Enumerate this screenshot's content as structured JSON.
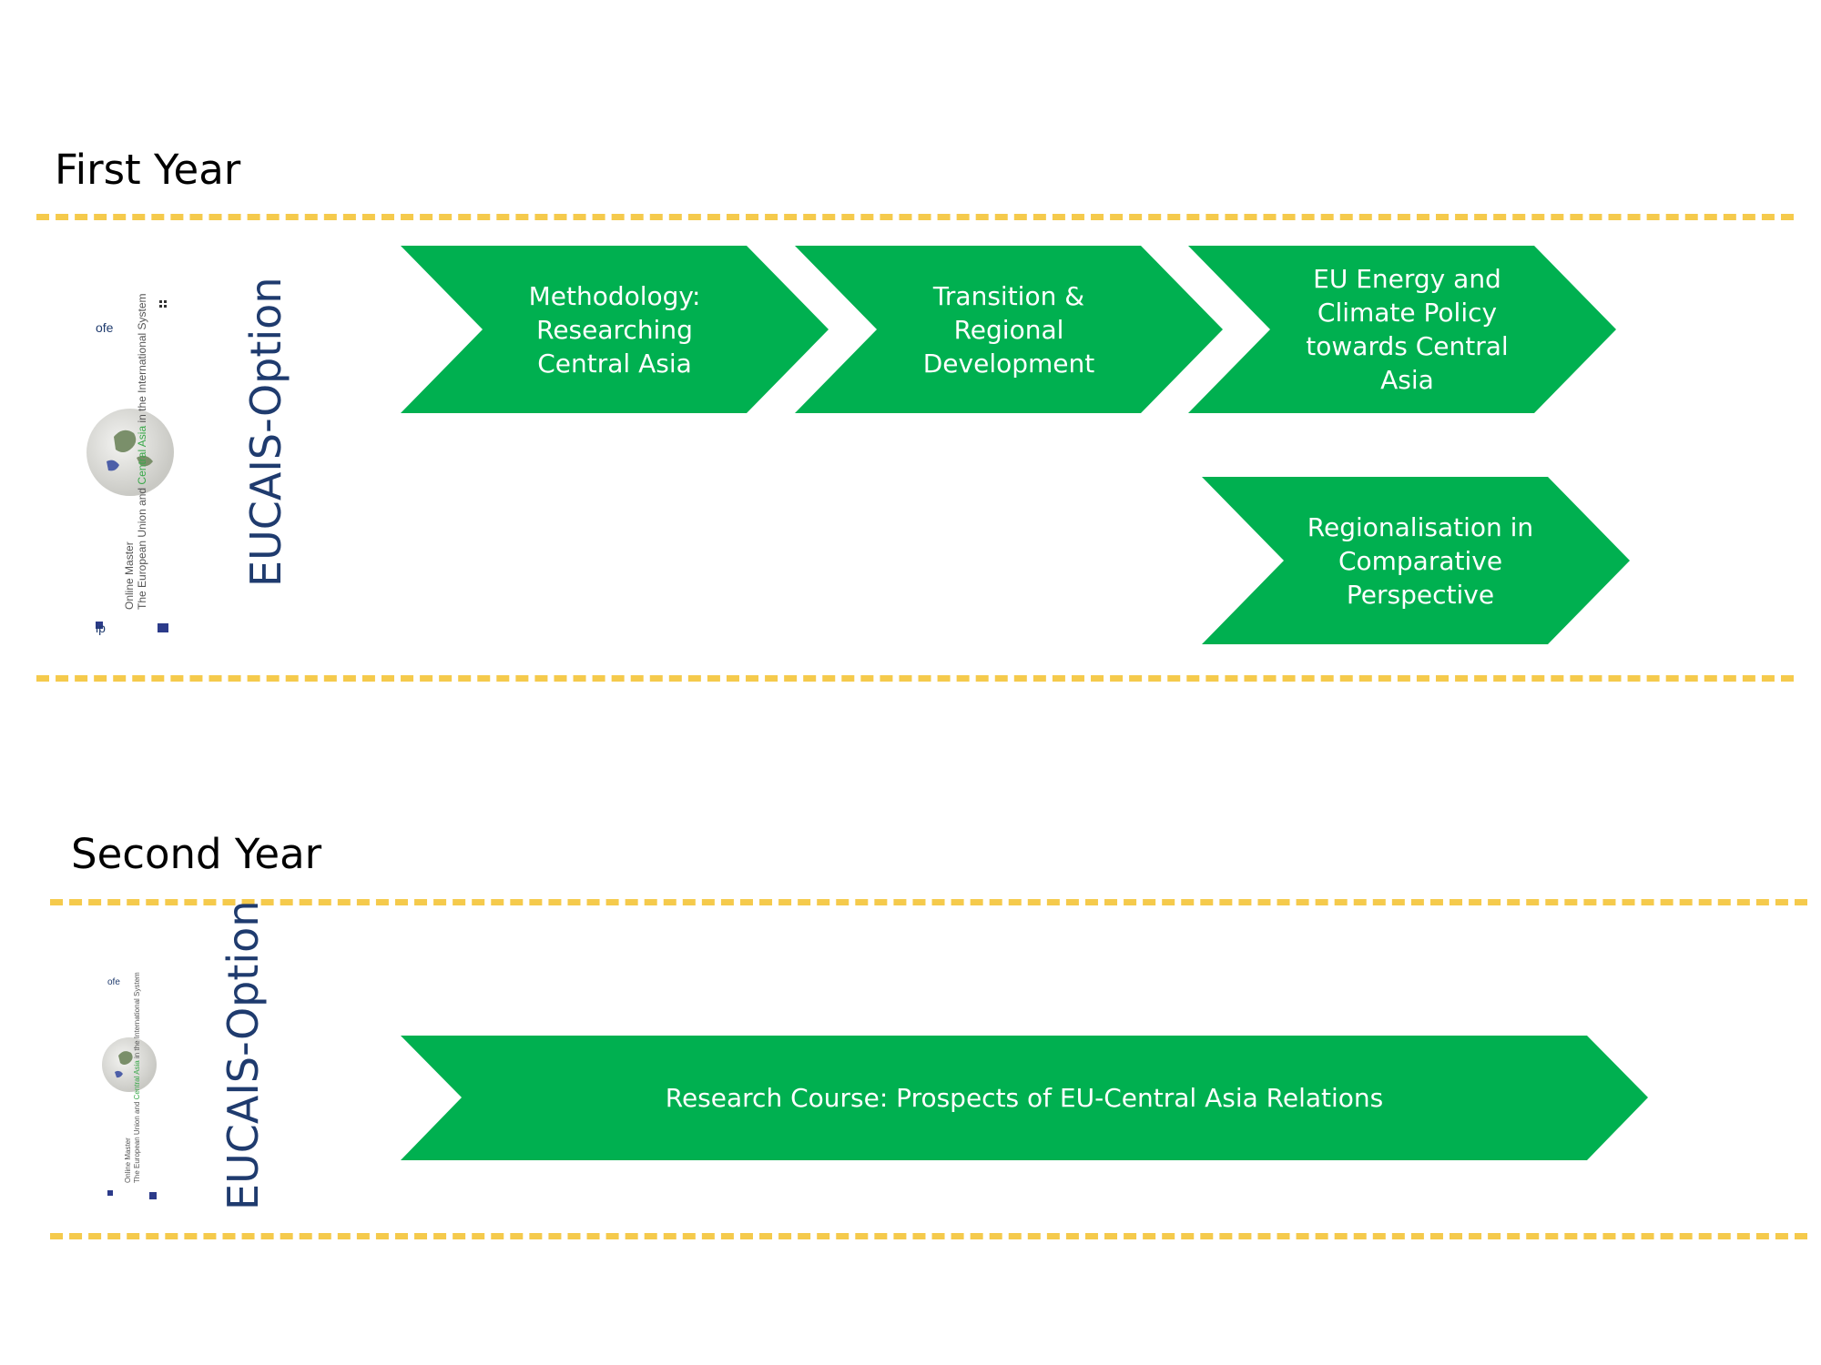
{
  "first_year": {
    "title": "First Year",
    "option_label": "EUCAIS-Option",
    "logo": {
      "line1": "Online Master",
      "line2_part1": "The European Union and ",
      "line2_highlight": "Central Asia",
      "line2_part2": " in the International System"
    },
    "modules": [
      {
        "label": "Methodology: Researching Central Asia"
      },
      {
        "label": "Transition & Regional Development"
      },
      {
        "label": "EU Energy and Climate Policy towards Central Asia"
      },
      {
        "label": "Regionalisation in Comparative Perspective"
      }
    ]
  },
  "second_year": {
    "title": "Second Year",
    "option_label": "EUCAIS-Option",
    "logo": {
      "line1": "Online Master",
      "line2_part1": "The European Union and ",
      "line2_highlight": "Central Asia",
      "line2_part2": " in the International System"
    },
    "modules": [
      {
        "label": "Research Course: Prospects of EU-Central Asia Relations"
      }
    ]
  },
  "colors": {
    "chevron_fill": "#00b050",
    "dash_line": "#f5ca4c",
    "option_text": "#1f3b6e",
    "logo_highlight": "#3aa84a"
  }
}
